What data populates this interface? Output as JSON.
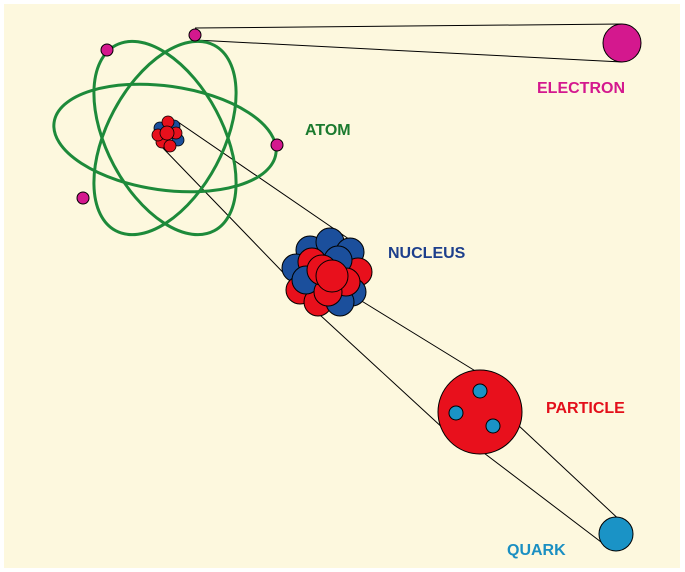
{
  "labels": {
    "electron": "ELECTRON",
    "atom": "ATOM",
    "nucleus": "NUCLEUS",
    "particle": "PARTICLE",
    "quark": "QUARK"
  },
  "colors": {
    "background": "#fdf8de",
    "electron": "#d4188e",
    "atom_orbit": "#1d8a3a",
    "atom_label": "#1b7a2e",
    "nucleus_blue": "#1b4f9c",
    "nucleus_label": "#1d3f8c",
    "proton_red": "#e8101c",
    "particle_label": "#e30f1a",
    "quark": "#1a93c6",
    "quark_label": "#1a8fc2",
    "lines": "#000000"
  }
}
